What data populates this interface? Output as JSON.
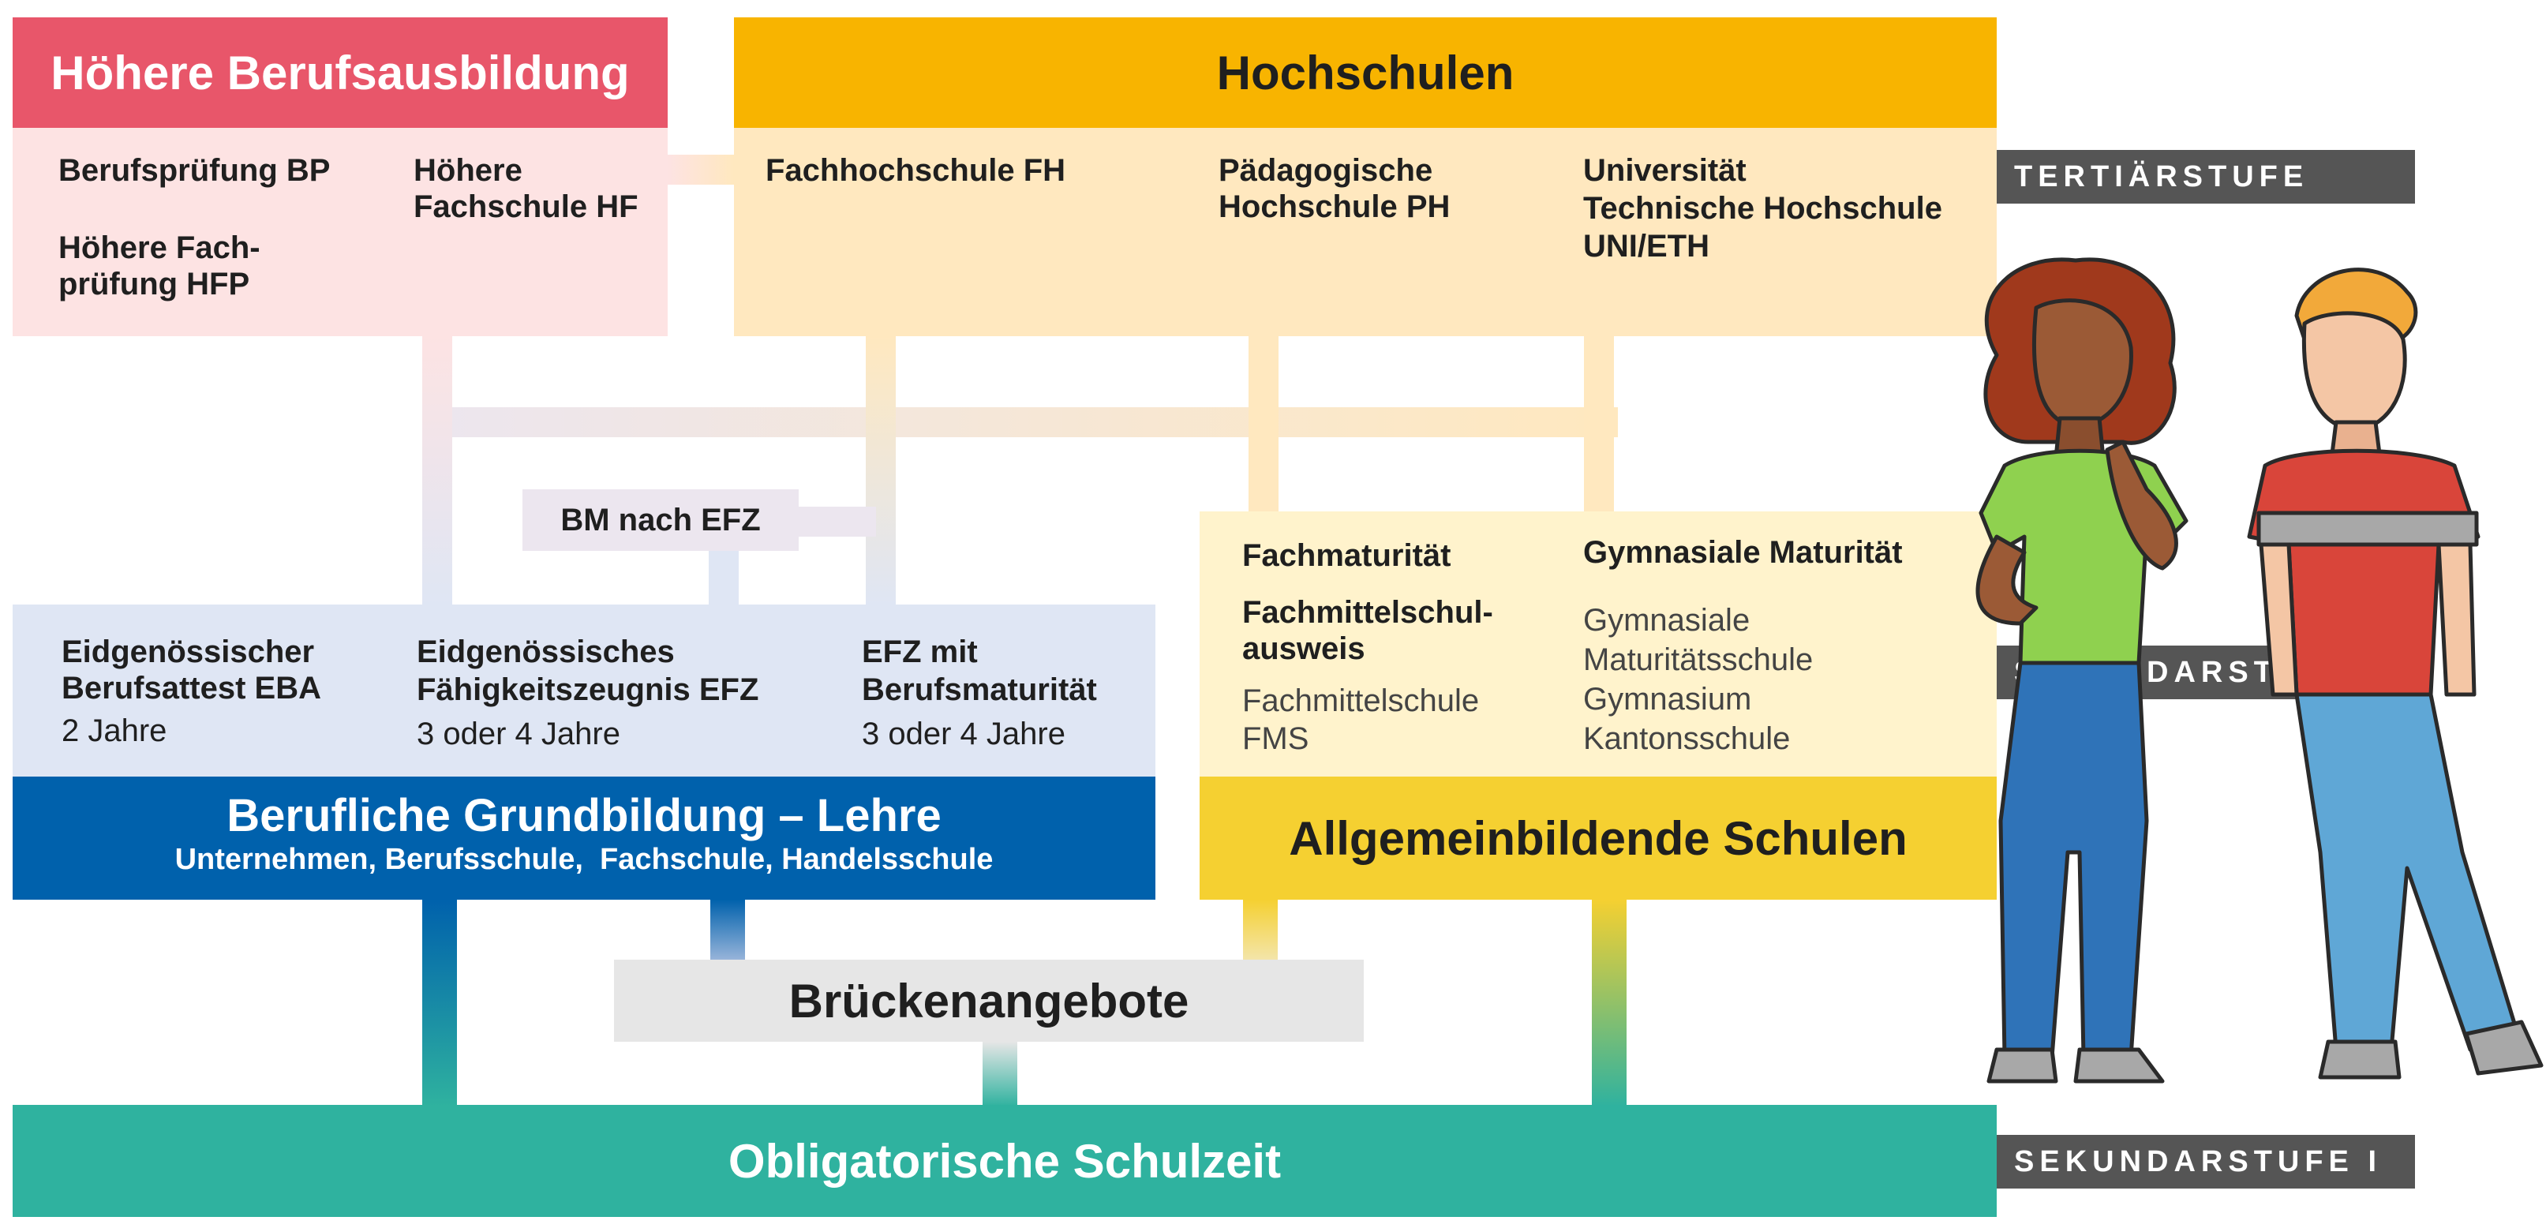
{
  "colors": {
    "red": "#e8566a",
    "pink_light": "#fde3e3",
    "orange": "#f8b400",
    "orange_light": "#ffe8bf",
    "blue": "#0061ac",
    "blue_light": "#dfe6f4",
    "yellow": "#f5d031",
    "yellow_light": "#fff3cc",
    "grey_light": "#e6e6e6",
    "teal": "#2fb29f",
    "stufe": "#555555"
  },
  "hbb": {
    "title": "Höhere Berufsausbildung",
    "col1": [
      "Berufsprüfung BP"
    ],
    "col1b": [
      "Höhere Fach-",
      "prüfung HFP"
    ],
    "col2": [
      "Höhere",
      "Fachschule HF"
    ]
  },
  "hochschulen": {
    "title": "Hochschulen",
    "col1": [
      "Fachhochschule FH"
    ],
    "col2": [
      "Pädagogische",
      "Hochschule PH"
    ],
    "col3": [
      "Universität",
      "Technische Hochschule",
      "UNI/ETH"
    ]
  },
  "bm_nach_efz": "BM nach EFZ",
  "grundbildung": {
    "col1_title": [
      "Eidgenössischer",
      "Berufsattest EBA"
    ],
    "col1_dur": "2 Jahre",
    "col2_title": [
      "Eidgenössisches",
      "Fähigkeitszeugnis EFZ"
    ],
    "col2_dur": "3 oder 4 Jahre",
    "col3_title": [
      "EFZ mit",
      "Berufsmaturität"
    ],
    "col3_dur": "3 oder 4 Jahre",
    "title": "Berufliche Grundbildung – Lehre",
    "subtitle": "Unternehmen, Berufsschule,  Fachschule, Handelsschule"
  },
  "allgemein": {
    "fachmaturitaet": "Fachmaturität",
    "fms_ausweis": [
      "Fachmittelschul-",
      "ausweis"
    ],
    "fms": [
      "Fachmittelschule",
      "FMS"
    ],
    "gym_maturitaet": "Gymnasiale Maturität",
    "gym_schulen": [
      "Gymnasiale",
      "Maturitätsschule",
      "Gymnasium",
      "Kantonsschule"
    ],
    "title": "Allgemeinbildende Schulen"
  },
  "brueckenangebote": "Brückenangebote",
  "obligatorisch": "Obligatorische Schulzeit",
  "stufen": {
    "tertiaer": "TERTIÄRSTUFE",
    "sek2": "SEKUNDARSTUFE II",
    "sek1": "SEKUNDARSTUFE I"
  },
  "illustration_icon": "two-students-illustration"
}
